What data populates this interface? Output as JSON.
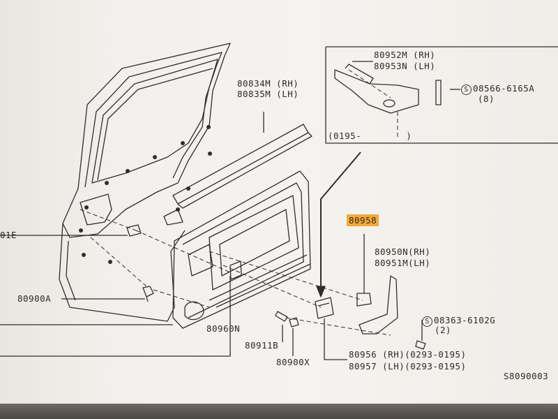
{
  "labels": {
    "p80834": "80834M (RH)",
    "p80835": "80835M (LH)",
    "p80952": "80952M (RH)",
    "p80953": "80953N (LH)",
    "bolt1_code": "08566-6165A",
    "bolt1_qty": "(8)",
    "inset_date": "(0195-        )",
    "highlighted": "80958",
    "p80950": "80950N(RH)",
    "p80951": "80951M(LH)",
    "bolt2_code": "08363-6102G",
    "bolt2_qty": "(2)",
    "p80901e": "01E",
    "p80900a": "80900A",
    "p80960n": "80960N",
    "p80911b": "80911B",
    "p80900x": "80900X",
    "p80956": "80956 (RH)(0293-0195)",
    "p80957": "80957 (LH)(0293-0195)",
    "drawing_id": "S8090003",
    "s_symbol": "S"
  },
  "colors": {
    "highlight": "#f2a93b",
    "line": "#2e2e2e"
  }
}
